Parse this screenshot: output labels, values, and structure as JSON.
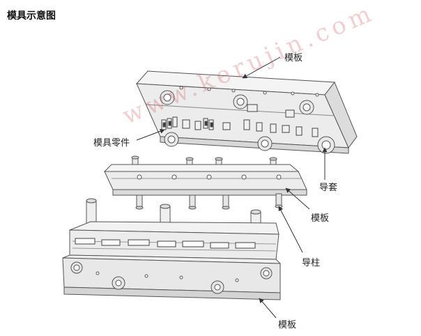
{
  "page_title": "模具示意图",
  "labels": {
    "top_plate": "模板",
    "die_parts": "模具零件",
    "guide_bushing": "导套",
    "middle_plate": "模板",
    "guide_post": "导柱",
    "bottom_plate": "模板"
  },
  "watermark": "www.kerujin.com",
  "colors": {
    "line": "#555555",
    "fill_light": "#f4f4f4",
    "fill_mid": "#e2e2e2",
    "watermark": "#d25050"
  }
}
